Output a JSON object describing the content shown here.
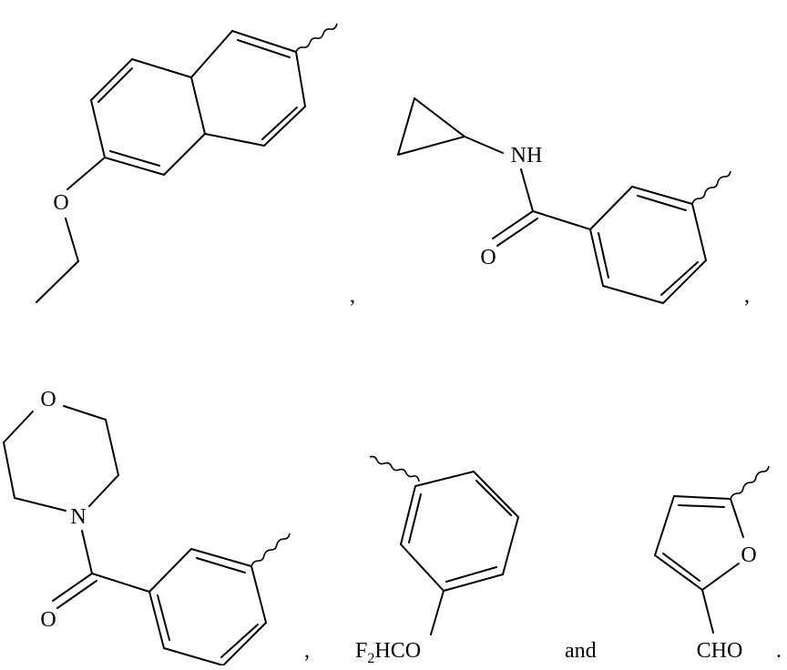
{
  "structures": [
    {
      "name": "ethoxynaphthyl",
      "labels": {
        "oxygen": "O"
      }
    },
    {
      "name": "cyclopropylcarbamoylphenyl",
      "labels": {
        "nh": "NH",
        "oxygen": "O"
      }
    },
    {
      "name": "morpholinocarbonylphenyl",
      "labels": {
        "oxygen_ring": "O",
        "nitrogen": "N",
        "oxygen_carbonyl": "O"
      }
    },
    {
      "name": "difluoromethoxyphenyl",
      "labels": {
        "group_prefix": "F",
        "group_subscript": "2",
        "group_suffix": "HCO"
      }
    },
    {
      "name": "formylfuryl",
      "labels": {
        "oxygen": "O",
        "group": "CHO"
      }
    }
  ],
  "separators": {
    "comma1": ",",
    "comma2": ",",
    "comma3": ",",
    "conjunction": "and",
    "period": "."
  }
}
